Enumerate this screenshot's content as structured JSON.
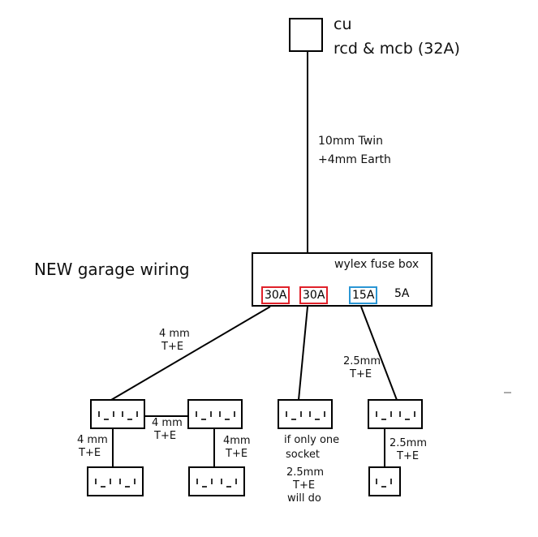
{
  "consumer_unit": {
    "label": "cu",
    "protection": "rcd & mcb (32A)"
  },
  "supply_cable": {
    "line1": "10mm Twin",
    "line2": "+4mm Earth"
  },
  "title": "NEW garage wiring",
  "fuse_box": {
    "label": "wylex fuse box",
    "fuses": [
      {
        "label": "30A",
        "border_color": "#e0212a"
      },
      {
        "label": "30A",
        "border_color": "#e0212a"
      },
      {
        "label": "15A",
        "border_color": "#2a96d4"
      },
      {
        "label": "5A",
        "border_color": ""
      }
    ]
  },
  "cables": {
    "ring_main": {
      "line1": "4 mm",
      "line2": "T+E"
    },
    "spur_left": {
      "line1": "4 mm",
      "line2": "T+E"
    },
    "link_middle": {
      "line1": "4 mm",
      "line2": "T+E"
    },
    "spur_right": {
      "line1": "4mm",
      "line2": "T+E"
    },
    "radial_15a": {
      "line1": "2.5mm",
      "line2": "T+E"
    },
    "spur_15a": {
      "line1": "2.5mm",
      "line2": "T+E"
    }
  },
  "single_socket_note": {
    "line1": "if only one",
    "line2": "socket",
    "line3": "2.5mm",
    "line4": "T+E",
    "line5": "will do"
  }
}
